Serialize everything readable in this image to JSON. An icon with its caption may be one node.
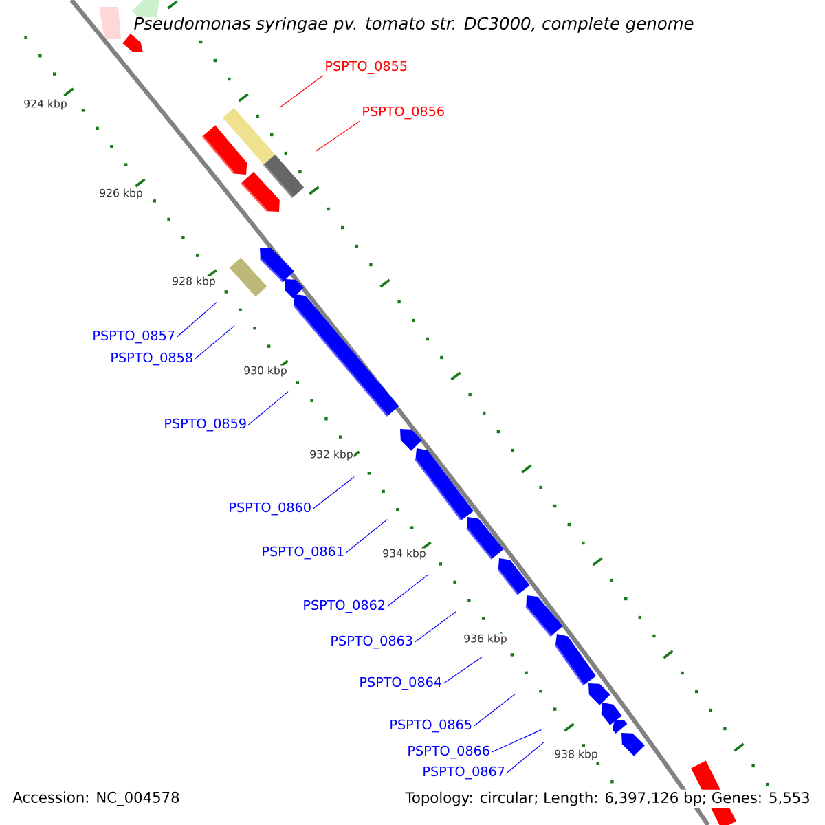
{
  "diagram": {
    "title": "Pseudomonas syringae pv. tomato str. DC3000, complete genome",
    "nodes": [
      {
        "text": [
          "PSPTO_0855"
        ]
      },
      {
        "text": [
          "PSPTO_0856"
        ]
      },
      {
        "text": [
          "PSPTO_0857"
        ]
      },
      {
        "text": [
          "PSPTO_0858"
        ]
      },
      {
        "text": [
          "PSPTO_0859"
        ]
      },
      {
        "text": [
          "PSPTO_0860"
        ]
      },
      {
        "text": [
          "PSPTO_0861"
        ]
      },
      {
        "text": [
          "PSPTO_0862"
        ]
      },
      {
        "text": [
          "PSPTO_0863"
        ]
      },
      {
        "text": [
          "PSPTO_0864"
        ]
      },
      {
        "text": [
          "PSPTO_0865"
        ]
      },
      {
        "text": [
          "PSPTO_0866"
        ]
      },
      {
        "text": [
          "PSPTO_0867"
        ]
      }
    ],
    "edges": [
      {
        "from": 0,
        "to": null,
        "arrow": "none",
        "color": "#ff0000"
      },
      {
        "from": 1,
        "to": null,
        "arrow": "none",
        "color": "#ff0000"
      },
      {
        "from": 2,
        "to": null,
        "arrow": "none"
      },
      {
        "from": 3,
        "to": null,
        "arrow": "none"
      },
      {
        "from": 4,
        "to": null,
        "arrow": "none"
      },
      {
        "from": 5,
        "to": null,
        "arrow": "none"
      },
      {
        "from": 6,
        "to": null,
        "arrow": "none"
      },
      {
        "from": 7,
        "to": null,
        "arrow": "none"
      },
      {
        "from": 8,
        "to": null,
        "arrow": "none"
      },
      {
        "from": 9,
        "to": null,
        "arrow": "none"
      },
      {
        "from": 10,
        "to": null,
        "arrow": "none"
      },
      {
        "from": 11,
        "to": null,
        "arrow": "none"
      },
      {
        "from": 12,
        "to": null,
        "arrow": "none"
      }
    ],
    "labels": [
      "924 kbp",
      "926 kbp",
      "928 kbp",
      "930 kbp",
      "932 kbp",
      "934 kbp",
      "936 kbp",
      "938 kbp",
      "Accession: NC_004578",
      "Topology: circular; Length: 6,397,126 bp; Genes: 5,553"
    ]
  }
}
